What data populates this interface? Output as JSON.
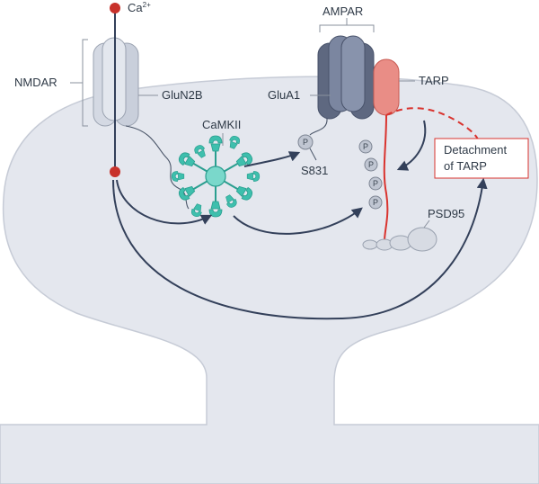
{
  "labels": {
    "ca": "Ca",
    "ca_sup": "2+",
    "nmdar": "NMDAR",
    "glun2b": "GluN2B",
    "camkii": "CaMKII",
    "ampar": "AMPAR",
    "glua1": "GluA1",
    "tarp": "TARP",
    "s831": "S831",
    "phospho": "P",
    "psd95": "PSD95",
    "detachment_line1": "Detachment",
    "detachment_line2": "of TARP"
  },
  "colors": {
    "spine_fill": "#e4e7ee",
    "spine_stroke": "#c6cbd6",
    "nmdar": "#d4d9e3",
    "ampar": "#6f7a90",
    "tarp": "#e98d86",
    "tarp_line": "#d9332e",
    "camkii": "#3ebfad",
    "calcium": "#c8322b",
    "arrow": "#33405a"
  },
  "icons": {
    "calcium": "calcium-ion-icon",
    "camkii": "camkii-holoenzyme-icon",
    "psd95": "psd95-scaffold-icon"
  }
}
